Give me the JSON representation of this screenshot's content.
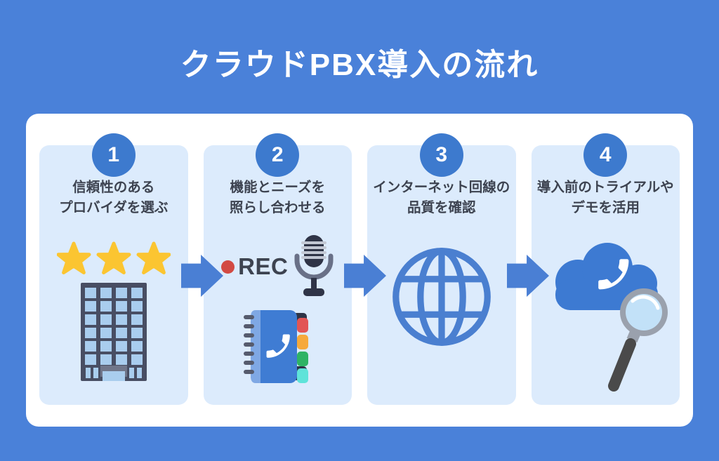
{
  "title": "クラウドPBX導入の流れ",
  "steps": [
    {
      "number": "1",
      "line1": "信頼性のある",
      "line2": "プロバイダを選ぶ",
      "icons": [
        "three-stars",
        "office-building"
      ]
    },
    {
      "number": "2",
      "line1": "機能とニーズを",
      "line2": "照らし合わせる",
      "rec_label": "REC",
      "icons": [
        "rec-dot",
        "microphone",
        "phone-book"
      ]
    },
    {
      "number": "3",
      "line1": "インターネット回線の",
      "line2": "品質を確認",
      "icons": [
        "globe"
      ]
    },
    {
      "number": "4",
      "line1": "導入前のトライアルや",
      "line2": "デモを活用",
      "icons": [
        "cloud-phone",
        "magnifier"
      ]
    }
  ],
  "colors": {
    "background": "#4a81d9",
    "panel": "#ffffff",
    "card": "#dcebfc",
    "badge": "#3d7ace",
    "arrow": "#4a7fd4",
    "heading_text": "#3d4350",
    "star": "#fbc531",
    "rec_red": "#d24a43",
    "globe": "#4a7fd0",
    "cloud": "#3d7ad2"
  }
}
